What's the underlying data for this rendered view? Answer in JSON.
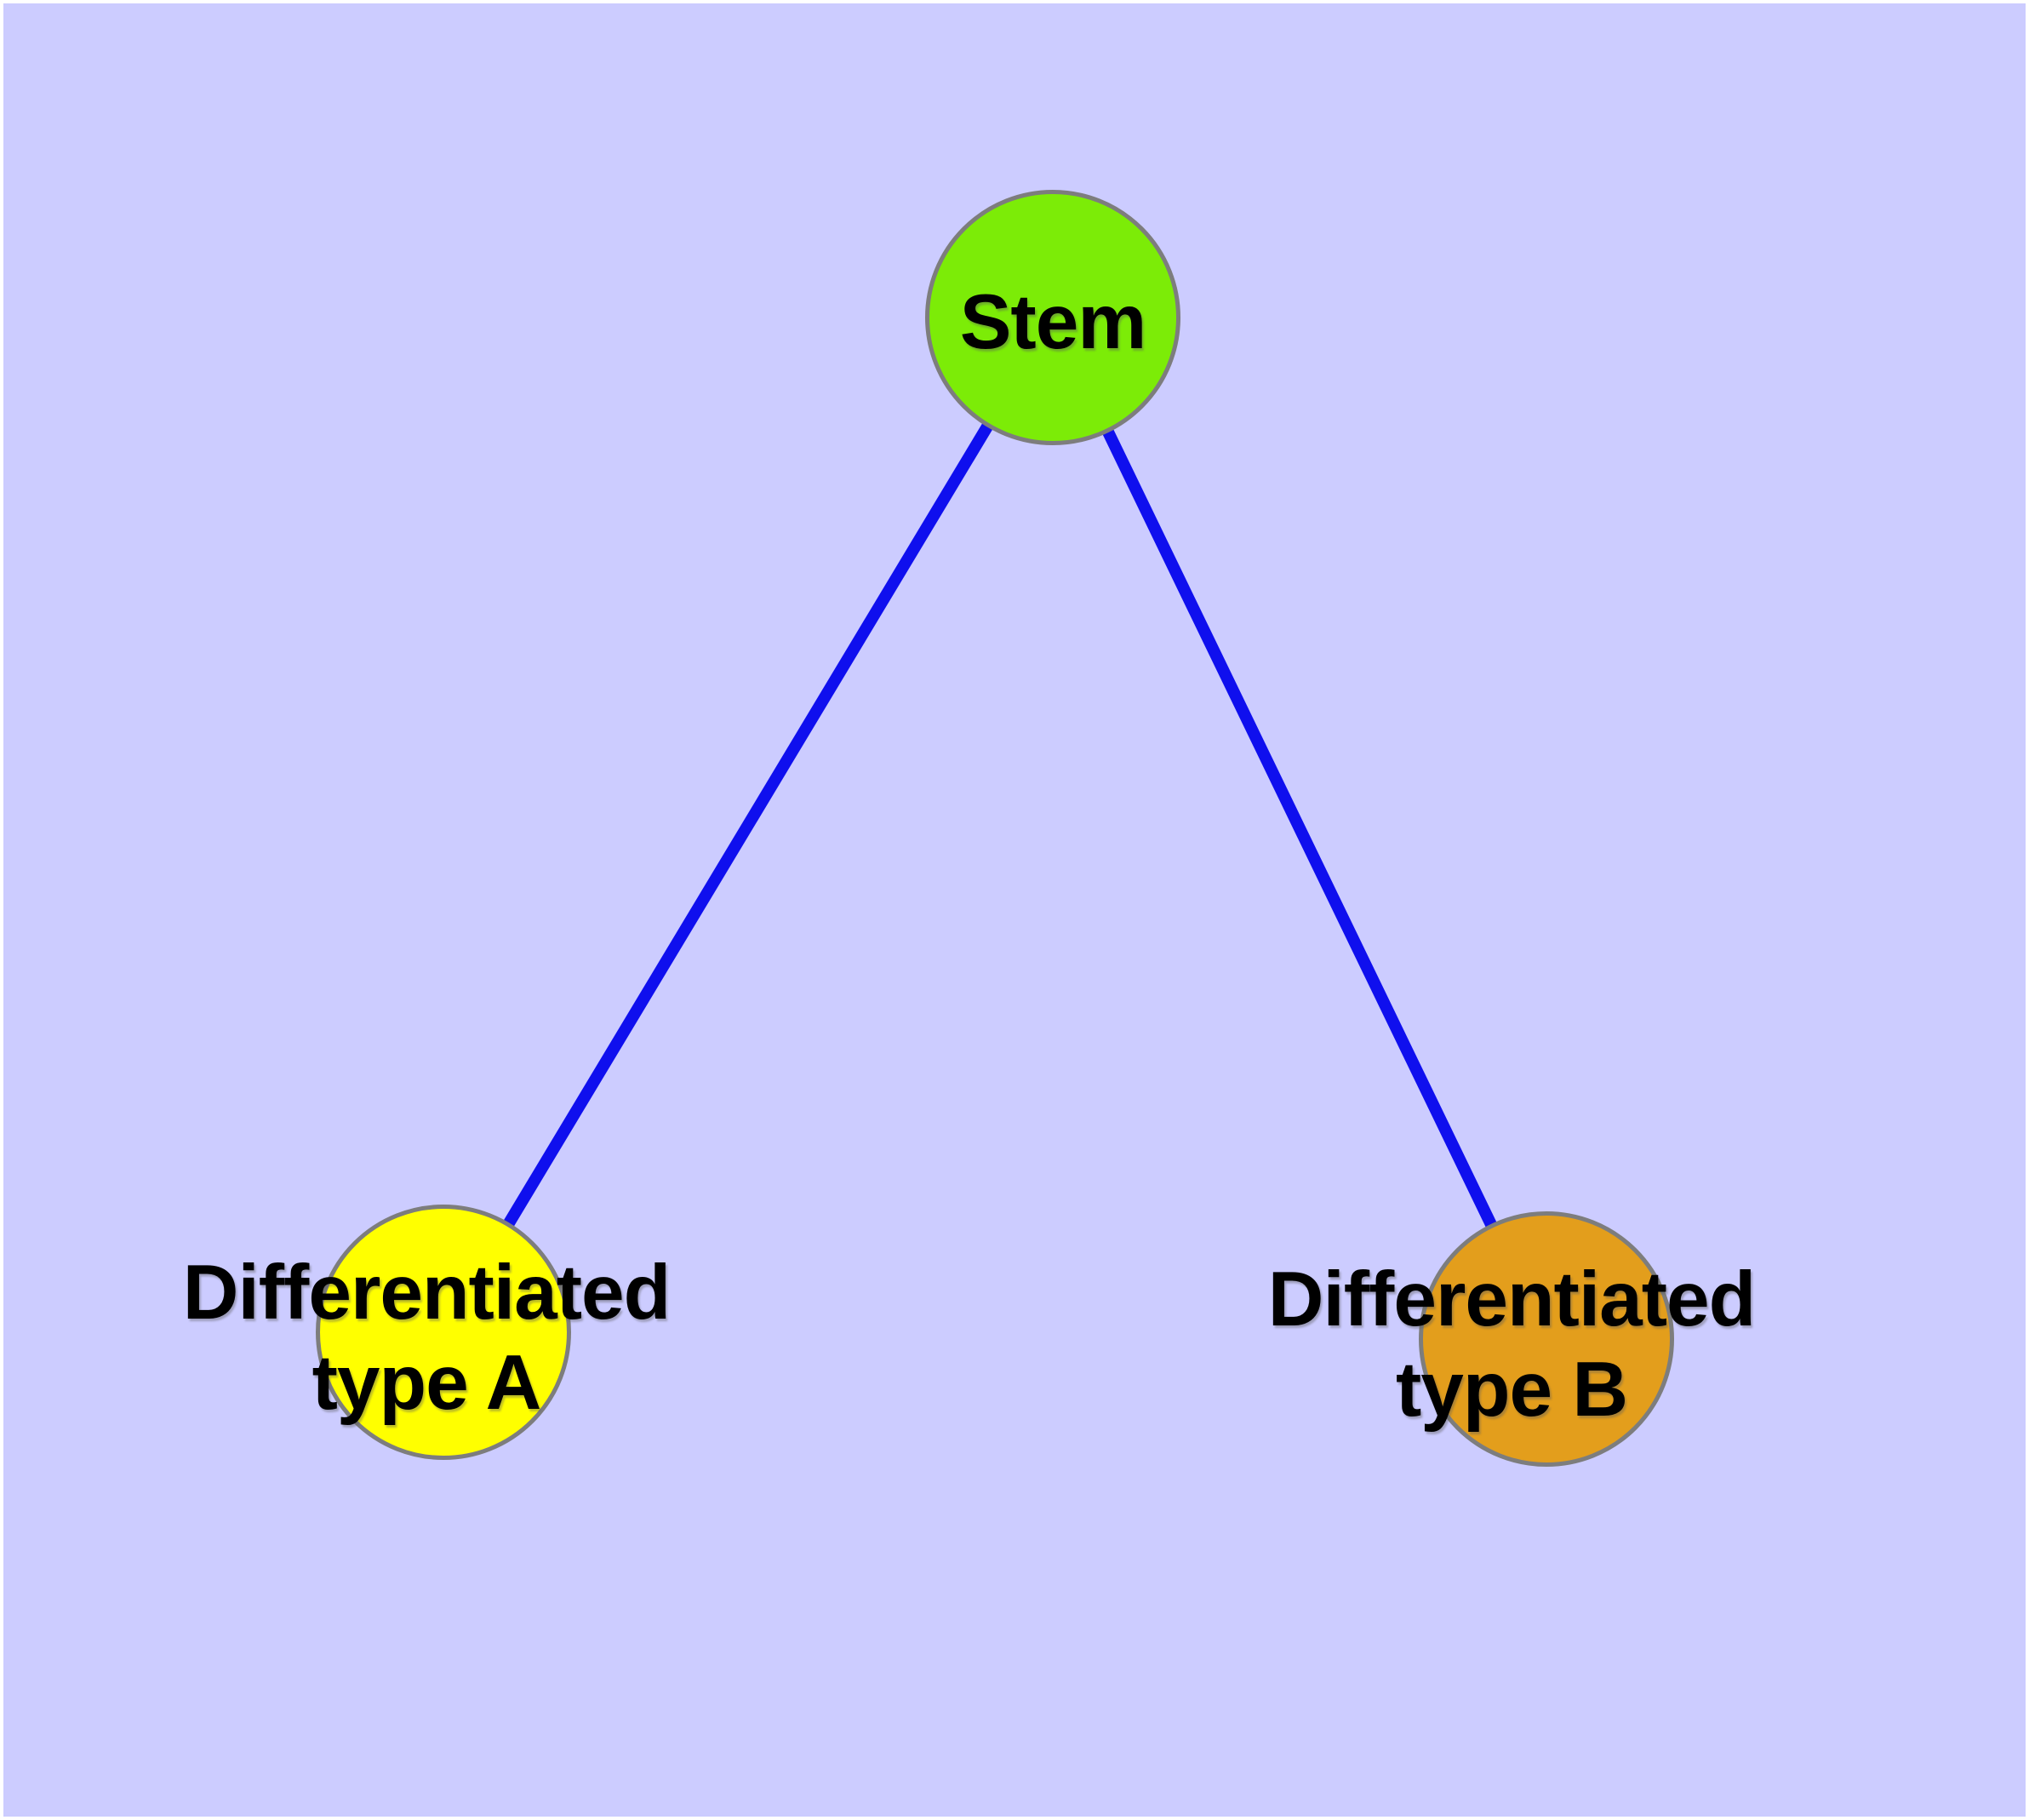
{
  "diagram": {
    "background_color": "#ccccff",
    "edge_color": "#0f0fee",
    "node_border_color": "#7d7d7d",
    "label_color": "#000000",
    "nodes": [
      {
        "id": "stem",
        "label": "Stem",
        "label_lines": [
          "Stem"
        ],
        "color": "#7cec07"
      },
      {
        "id": "differentiated-type-a",
        "label": "Differentiated type A",
        "label_lines": [
          "Differentiated",
          "type A"
        ],
        "color": "#ffff00"
      },
      {
        "id": "differentiated-type-b",
        "label": "Differentiated type B",
        "label_lines": [
          "Differentiated",
          "type B"
        ],
        "color": "#e39e1c"
      }
    ],
    "edges": [
      {
        "from": "Stem",
        "to": "Differentiated type A"
      },
      {
        "from": "Stem",
        "to": "Differentiated type B"
      }
    ]
  }
}
